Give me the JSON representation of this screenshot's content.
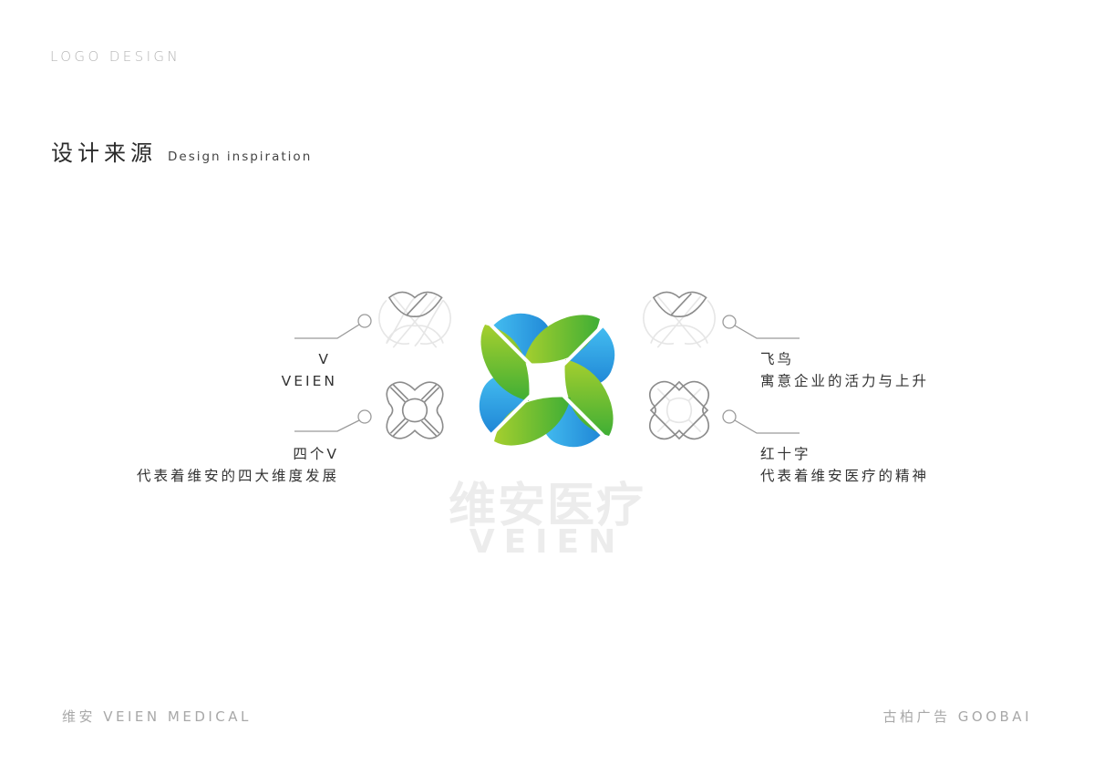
{
  "header": {
    "kicker": "LOGO DESIGN",
    "section_title_cn": "设计来源",
    "section_title_en": "Design inspiration"
  },
  "annotations": {
    "top_left": {
      "line1": "V",
      "line2": "VEIEN"
    },
    "bottom_left": {
      "line1": "四个V",
      "line2": "代表着维安的四大维度发展"
    },
    "top_right": {
      "line1": "飞鸟",
      "line2": "寓意企业的活力与上升"
    },
    "bottom_right": {
      "line1": "红十字",
      "line2": "代表着维安医疗的精神"
    }
  },
  "logo": {
    "wordmark_cn": "维安医疗",
    "wordmark_en": "VEIEN",
    "colors": {
      "green_light": "#a6cf2e",
      "green_dark": "#3fae35",
      "blue_light": "#3cb6ec",
      "blue_dark": "#1f86d6",
      "outline": "#8c8c8c",
      "outline_faint": "#e8e8e8",
      "watermark": "#ececec"
    }
  },
  "footer": {
    "left": "维安 VEIEN MEDICAL",
    "right": "古柏广告 GOOBAI"
  }
}
